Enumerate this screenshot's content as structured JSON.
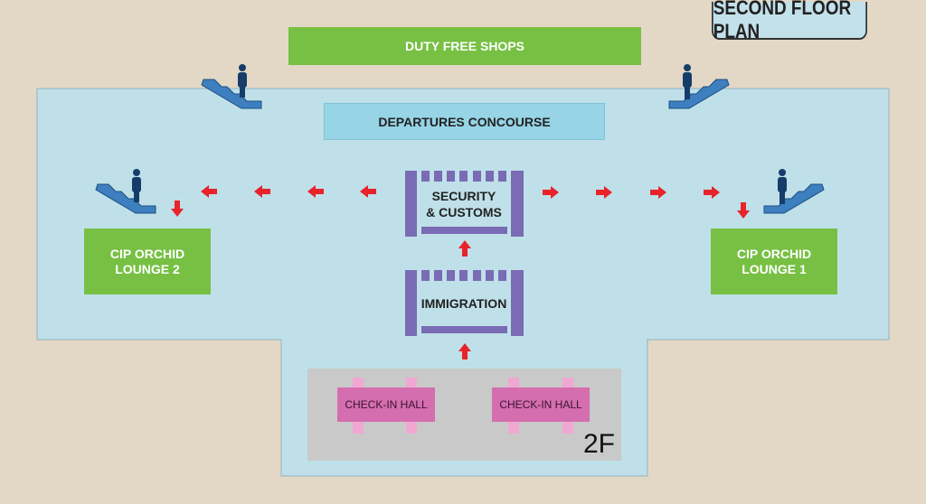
{
  "title": "SECOND FLOOR PLAN",
  "zones": {
    "duty_free": "DUTY FREE SHOPS",
    "departures": "DEPARTURES CONCOURSE",
    "security": [
      "SECURITY",
      "& CUSTOMS"
    ],
    "immigration": "IMMIGRATION",
    "lounge_left": [
      "CIP ORCHID",
      "LOUNGE 2"
    ],
    "lounge_right": [
      "CIP ORCHID",
      "LOUNGE 1"
    ],
    "checkin_left": "CHECK-IN HALL",
    "checkin_right": "CHECK-IN HALL"
  },
  "floor_label": "2F",
  "colors": {
    "background": "#e3d8c6",
    "floor": "#bfe0e8",
    "green": "#77c043",
    "gate": "#7a6bb5",
    "arrow": "#e8232a",
    "checkin": "#d46eaf",
    "escalator": "#3d7fbf"
  }
}
